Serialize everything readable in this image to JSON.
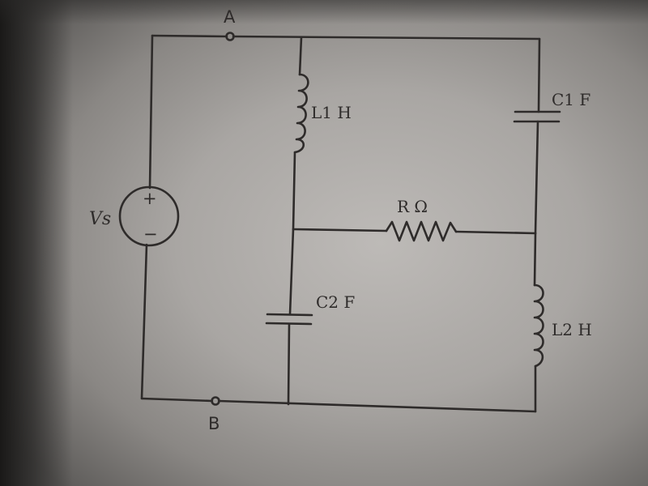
{
  "nodes": {
    "a": "A",
    "b": "B"
  },
  "source": {
    "label": "Vs",
    "plus": "+",
    "minus": "−"
  },
  "components": {
    "l1": "L1 H",
    "c1": "C1 F",
    "r": "R Ω",
    "c2": "C2 F",
    "l2": "L2 H"
  }
}
